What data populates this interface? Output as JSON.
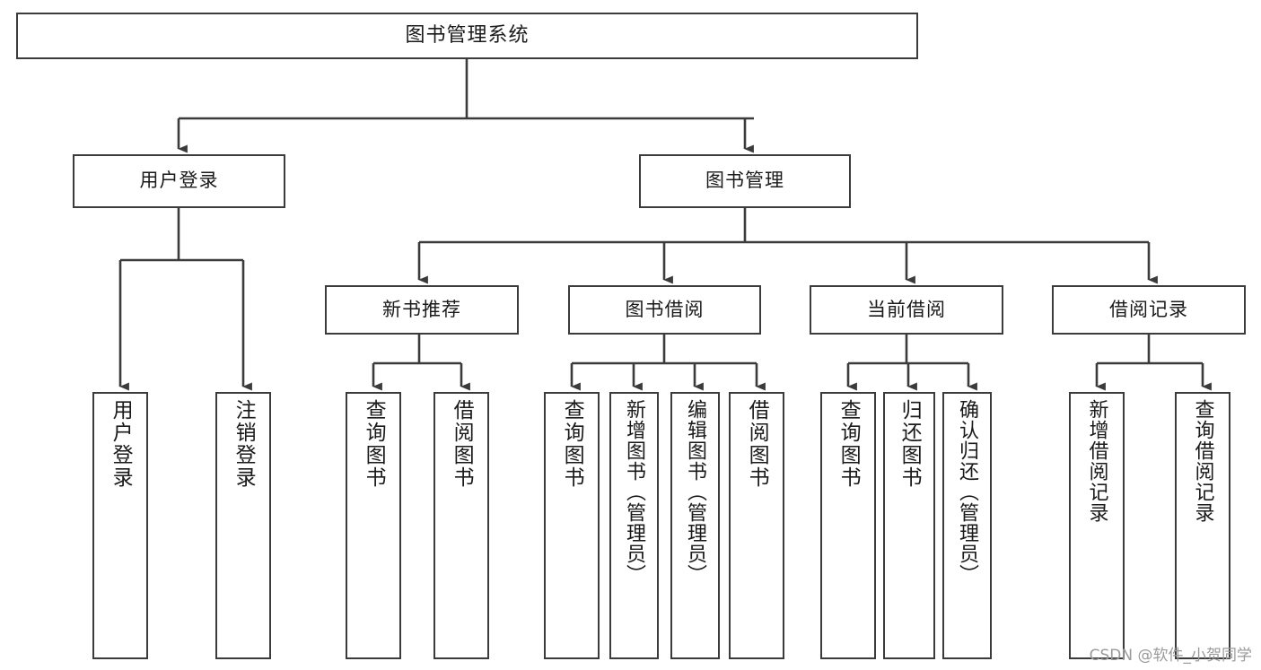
{
  "diagram": {
    "type": "hierarchy-tree",
    "title": "图书管理系统",
    "line_color": "#3b3b3b",
    "background_color": "#ffffff",
    "text_color": "#1a1a1a",
    "levels": 4,
    "nodes": {
      "root": {
        "label": "图书管理系统",
        "level": 0,
        "orientation": "horizontal"
      },
      "l1": [
        {
          "label": "用户登录",
          "level": 1,
          "orientation": "horizontal"
        },
        {
          "label": "图书管理",
          "level": 1,
          "orientation": "horizontal"
        }
      ],
      "l2": [
        {
          "label": "新书推荐",
          "level": 2,
          "orientation": "horizontal",
          "parent": "图书管理"
        },
        {
          "label": "图书借阅",
          "level": 2,
          "orientation": "horizontal",
          "parent": "图书管理"
        },
        {
          "label": "当前借阅",
          "level": 2,
          "orientation": "horizontal",
          "parent": "图书管理"
        },
        {
          "label": "借阅记录",
          "level": 2,
          "orientation": "horizontal",
          "parent": "图书管理"
        }
      ],
      "leaves": [
        {
          "label": "用户登录",
          "parent": "用户登录",
          "orientation": "vertical"
        },
        {
          "label": "注销登录",
          "parent": "用户登录",
          "orientation": "vertical"
        },
        {
          "label": "查询图书",
          "parent": "新书推荐",
          "orientation": "vertical"
        },
        {
          "label": "借阅图书",
          "parent": "新书推荐",
          "orientation": "vertical"
        },
        {
          "label": "查询图书",
          "parent": "图书借阅",
          "orientation": "vertical"
        },
        {
          "label": "新增图书（管理员）",
          "parent": "图书借阅",
          "orientation": "vertical"
        },
        {
          "label": "编辑图书（管理员）",
          "parent": "图书借阅",
          "orientation": "vertical"
        },
        {
          "label": "借阅图书",
          "parent": "图书借阅",
          "orientation": "vertical"
        },
        {
          "label": "查询图书",
          "parent": "当前借阅",
          "orientation": "vertical"
        },
        {
          "label": "归还图书",
          "parent": "当前借阅",
          "orientation": "vertical"
        },
        {
          "label": "确认归还（管理员）",
          "parent": "当前借阅",
          "orientation": "vertical"
        },
        {
          "label": "新增借阅记录",
          "parent": "借阅记录",
          "orientation": "vertical"
        },
        {
          "label": "查询借阅记录",
          "parent": "借阅记录",
          "orientation": "vertical"
        }
      ]
    }
  },
  "watermark": {
    "text": "CSDN @软件_小贺同学"
  }
}
